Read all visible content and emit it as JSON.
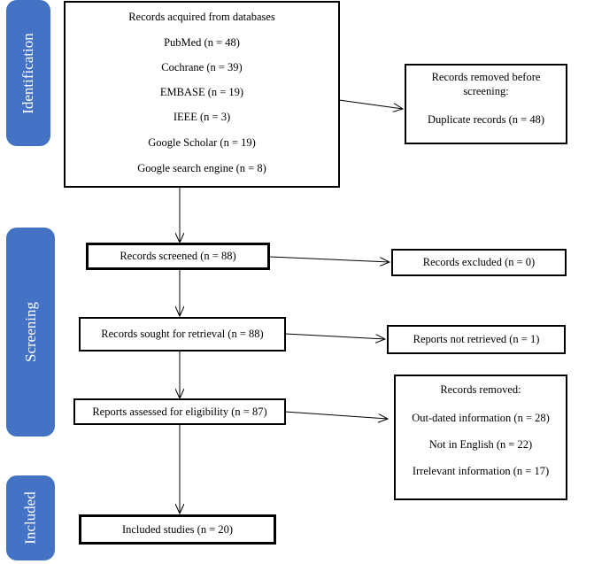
{
  "phases": {
    "identification": "Identification",
    "screening": "Screening",
    "included": "Included"
  },
  "identification_box": {
    "title": "Records acquired from databases",
    "sources": [
      "PubMed (n = 48)",
      "Cochrane (n = 39)",
      "EMBASE (n = 19)",
      "IEEE (n = 3)",
      "Google Scholar (n = 19)",
      "Google search engine (n = 8)"
    ]
  },
  "removed_before": {
    "title_line1": "Records removed before",
    "title_line2": "screening:",
    "item": "Duplicate records (n = 48)"
  },
  "screened": "Records screened (n = 88)",
  "excluded": "Records excluded (n = 0)",
  "sought": "Records sought for retrieval (n = 88)",
  "not_retrieved": "Reports not retrieved (n = 1)",
  "assessed": "Reports assessed for eligibility (n = 87)",
  "removed": {
    "title": "Records removed:",
    "items": [
      "Out-dated information (n = 28)",
      "Not in English (n = 22)",
      "Irrelevant information (n = 17)"
    ]
  },
  "included": "Included studies (n = 20)"
}
